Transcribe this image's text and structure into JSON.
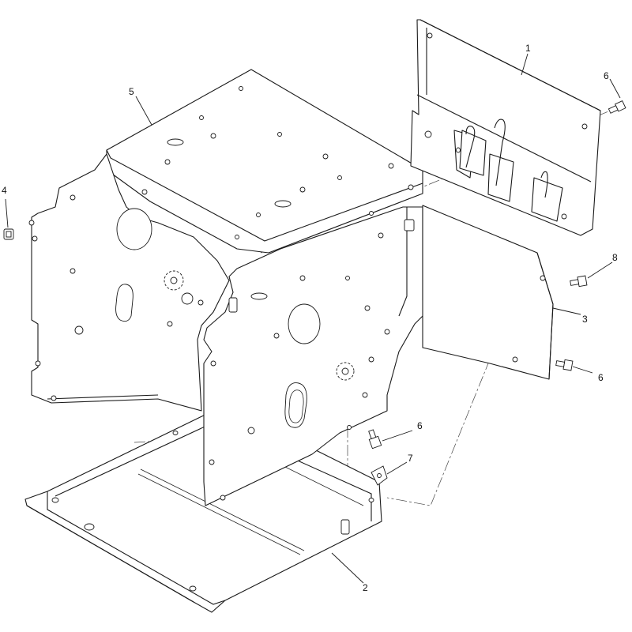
{
  "callouts": {
    "c1": "1",
    "c2": "2",
    "c3": "3",
    "c4": "4",
    "c5": "5",
    "c6a": "6",
    "c6b": "6",
    "c6c": "6",
    "c7": "7",
    "c8": "8"
  },
  "colors": {
    "line": "#1a1a1a",
    "background": "#ffffff"
  }
}
